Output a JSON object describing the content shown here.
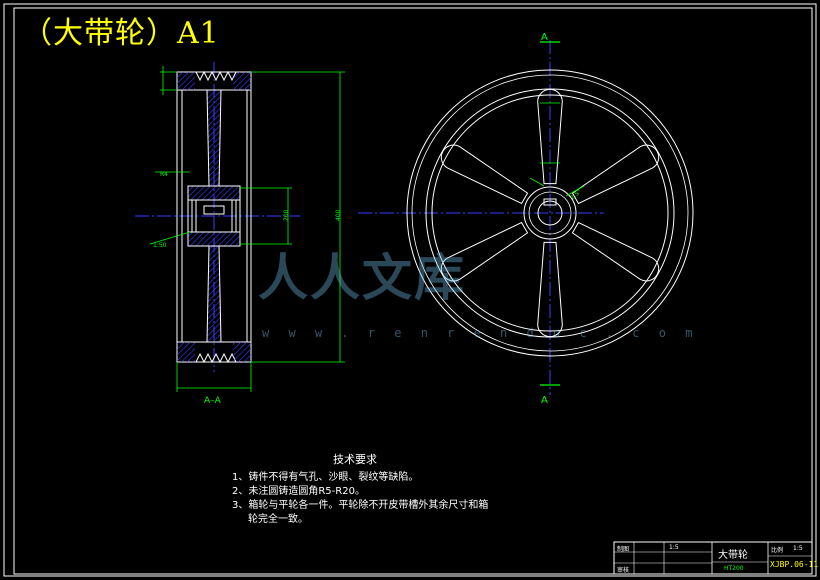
{
  "title": "（大带轮）A1",
  "section_label": "A–A",
  "section_mark_top": "A",
  "section_mark_bottom": "A",
  "dimension_labels": [
    "R4",
    "1:50",
    "400",
    "200",
    "2.5°"
  ],
  "technical_requirements": {
    "heading": "技术要求",
    "lines": [
      "1、铸件不得有气孔、沙眼、裂纹等缺陷。",
      "2、未注圆铸造圆角R5-R20。",
      "3、箱轮与平轮各一件。平轮除不开皮带槽外其余尺寸和箱",
      "轮完全一致。"
    ]
  },
  "title_block": {
    "part_name": "大带轮",
    "material": "HT200",
    "ratio": "1:5",
    "drawing_no": "XJBP.06-11",
    "scale_label": "比例",
    "cells": [
      "制图",
      "审核"
    ]
  },
  "watermark": {
    "text": "人人文库",
    "url": "w w w . r e n r e n d o c . c o m"
  },
  "colors": {
    "background": "#000000",
    "line": "#ffffff",
    "dimension": "#00ff00",
    "centerline": "#0000ff",
    "hatch": "#0000ff",
    "title": "#ffff00",
    "label_red": "#ff4040"
  }
}
